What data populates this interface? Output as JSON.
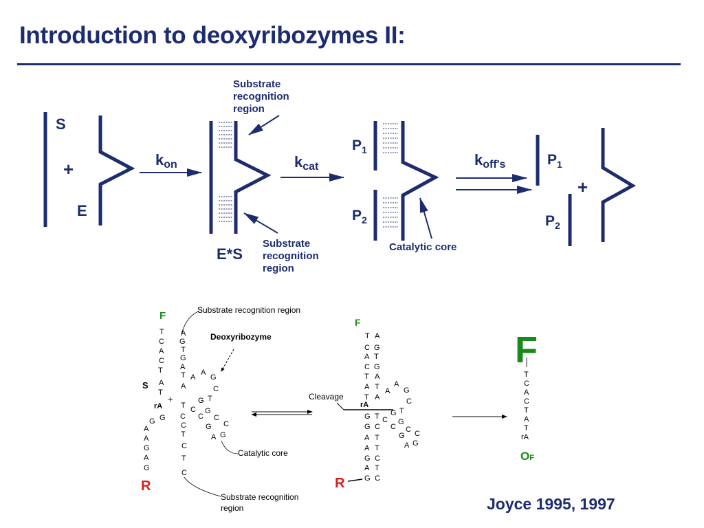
{
  "title": "Introduction to deoxyribozymes II:",
  "citation": "Joyce 1995, 1997",
  "colors": {
    "navy": "#1c2c6e",
    "green": "#1a8a1a",
    "red": "#e01818"
  },
  "scheme": {
    "S": "S",
    "plus": "+",
    "E": "E",
    "ES": "E*S",
    "kon_main": "k",
    "kon_sub": "on",
    "kcat_main": "k",
    "kcat_sub": "cat",
    "koff_main": "k",
    "koff_sub": "off's",
    "P_main": "P",
    "P1_sub": "1",
    "P2_sub": "2",
    "substrate_label_top": [
      "Substrate",
      "recognition",
      "region"
    ],
    "substrate_label_bottom": [
      "Substrate",
      "recognition",
      "region"
    ],
    "catalytic_label": "Catalytic core"
  },
  "structure": {
    "F": "F",
    "R": "R",
    "S": "S",
    "rA": "rA",
    "plus": "+",
    "substrate_region_top": "Substrate recognition region",
    "substrate_region_bottom": [
      "Substrate recognition",
      "region"
    ],
    "deoxyribozyme": "Deoxyribozyme",
    "catalytic_core": "Catalytic core",
    "cleavage": "Cleavage",
    "product_F": "F",
    "product_O": "O",
    "product_O_sub": "F",
    "product_seq": [
      "T",
      "C",
      "A",
      "C",
      "T",
      "A",
      "T",
      "rA"
    ]
  }
}
